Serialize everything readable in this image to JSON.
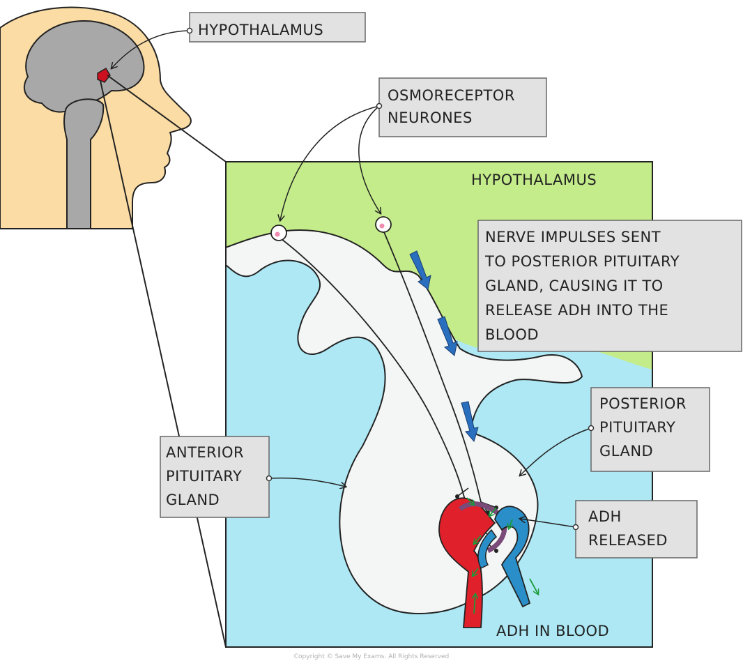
{
  "labels": {
    "hypothalamus_head": "HYPOTHALAMUS",
    "osmoreceptor": [
      "OSMORECEPTOR",
      "NEURONES"
    ],
    "hypothalamus_region": "HYPOTHALAMUS",
    "nerve_impulses": [
      "NERVE  IMPULSES  SENT",
      "TO  POSTERIOR  PITUITARY",
      "GLAND,  CAUSING  IT  TO",
      "RELEASE  ADH  INTO  THE",
      "BLOOD"
    ],
    "posterior": [
      "POSTERIOR",
      "PITUITARY",
      "GLAND"
    ],
    "anterior": [
      "ANTERIOR",
      "PITUITARY",
      "GLAND"
    ],
    "adh_released": [
      "ADH",
      "RELEASED"
    ],
    "adh_in_blood": "ADH  IN  BLOOD"
  },
  "copyright": "Copyright © Save My Exams. All Rights Reserved",
  "colors": {
    "hypothalamus_green": "#c4ec8a",
    "background_blue": "#ade8f4",
    "skin": "#fbdca4",
    "brain_grey": "#a8a8a8",
    "artery_red": "#e0202a",
    "vein_blue": "#2a8fc8",
    "arrow_blue": "#2a6fbe"
  }
}
